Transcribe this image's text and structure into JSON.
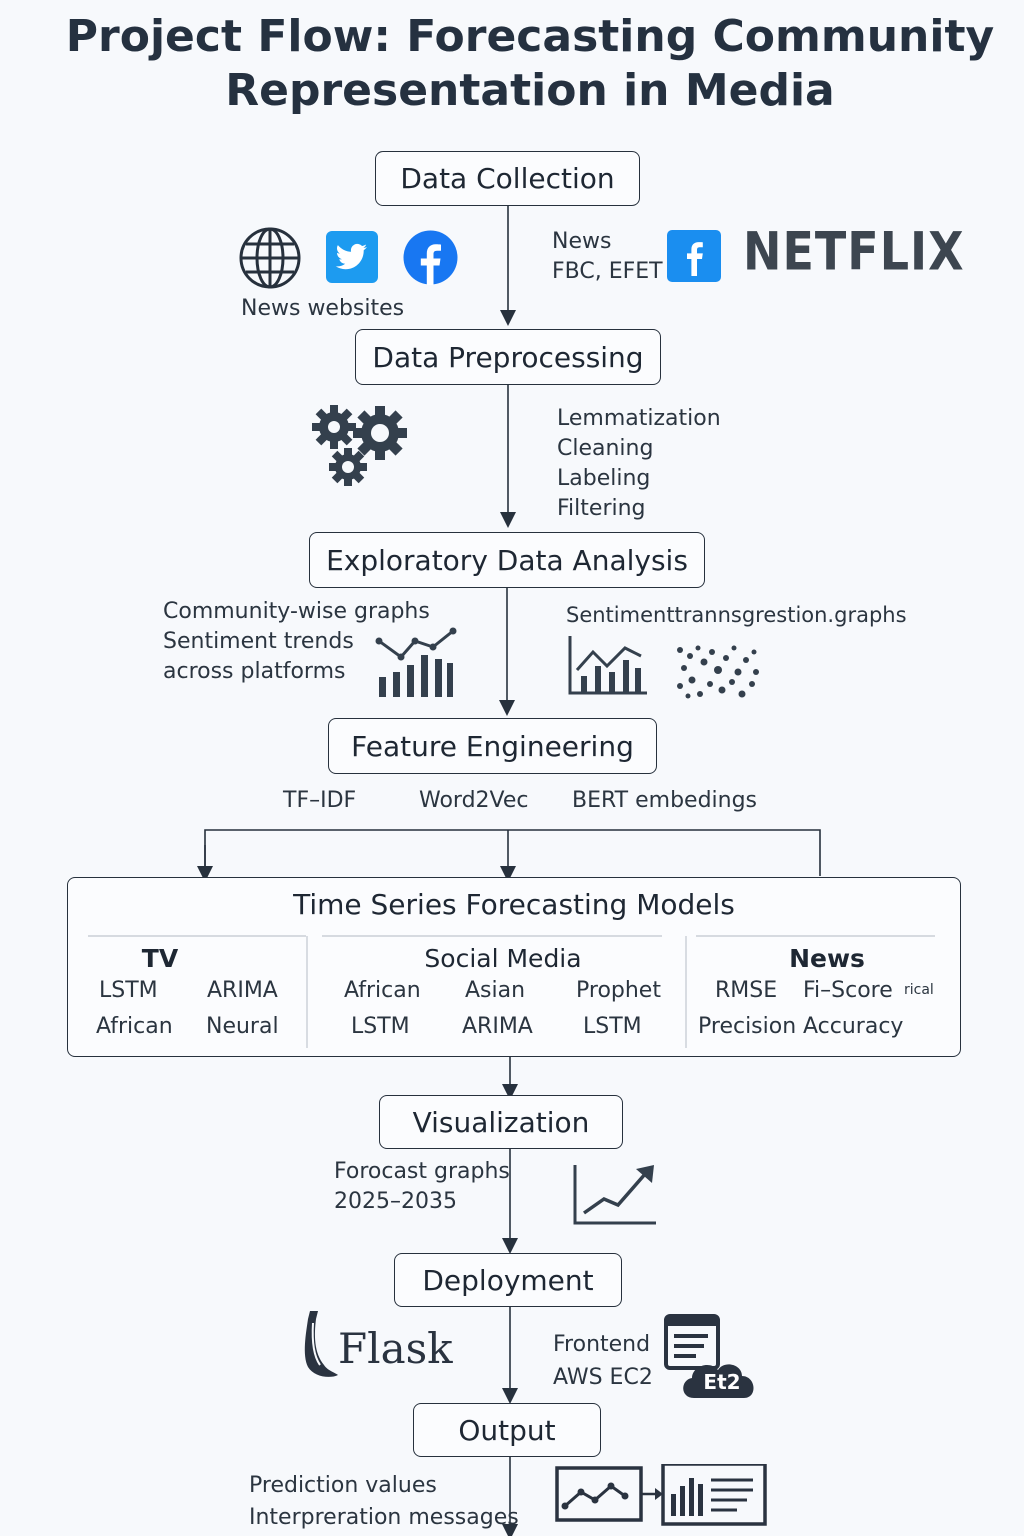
{
  "title": {
    "line1": "Project Flow: Forecasting Community",
    "line2": "Representation in Media"
  },
  "stages": {
    "data_collection": {
      "label": "Data Collection",
      "left_caption": "News websites",
      "right_lines": [
        "News",
        "FBC, EFET"
      ],
      "brand_text": "NETFLIX",
      "icons": [
        "globe-icon",
        "twitter-icon",
        "facebook-icon",
        "facebook-square-icon"
      ]
    },
    "data_preprocessing": {
      "label": "Data Preprocessing",
      "steps": [
        "Lemmatization",
        "Cleaning",
        "Labeling",
        "Filtering"
      ],
      "icons": [
        "gears-icon"
      ]
    },
    "eda": {
      "label": "Exploratory Data Analysis",
      "left_lines": [
        "Community-wise graphs",
        "Sentiment trends",
        "across platforms"
      ],
      "right_text": "Sentimenttrannsgrestion.graphs",
      "icons": [
        "bar-line-chart-icon",
        "bar-chart-icon",
        "scatter-plot-icon"
      ]
    },
    "feature_engineering": {
      "label": "Feature Engineering",
      "features": [
        "TF–IDF",
        "Word2Vec",
        "BERT embedings"
      ]
    },
    "models": {
      "label": "Time Series Forecasting Models",
      "tv": {
        "header": "TV",
        "row1": [
          "LSTM",
          "ARIMA"
        ],
        "row2": [
          "African",
          "Neural"
        ]
      },
      "social": {
        "header": "Social Media",
        "row1": [
          "African",
          "Asian",
          "Prophet"
        ],
        "row2": [
          "LSTM",
          "ARIMA",
          "LSTM"
        ]
      },
      "news": {
        "header": "News",
        "row1": [
          "RMSE",
          "Fi–Score"
        ],
        "row1_extra": "rical",
        "row2": [
          "Precision",
          "Accuracy"
        ]
      }
    },
    "visualization": {
      "label": "Visualization",
      "lines": [
        "Forocast graphs",
        "2025–2035"
      ],
      "icons": [
        "trend-up-chart-icon"
      ]
    },
    "deployment": {
      "label": "Deployment",
      "flask_text": "Flask",
      "right_lines": [
        "Frontend",
        "AWS EC2"
      ],
      "cloud_badge": "Et2",
      "icons": [
        "flask-horn-icon",
        "document-cloud-icon"
      ]
    },
    "output": {
      "label": "Output",
      "lines": [
        "Prediction values",
        "Interpreration messages"
      ],
      "icons": [
        "line-chart-icon",
        "report-icon"
      ]
    }
  },
  "colors": {
    "twitter": "#1d9bf0",
    "facebook": "#1877f2",
    "ink": "#27313d"
  }
}
